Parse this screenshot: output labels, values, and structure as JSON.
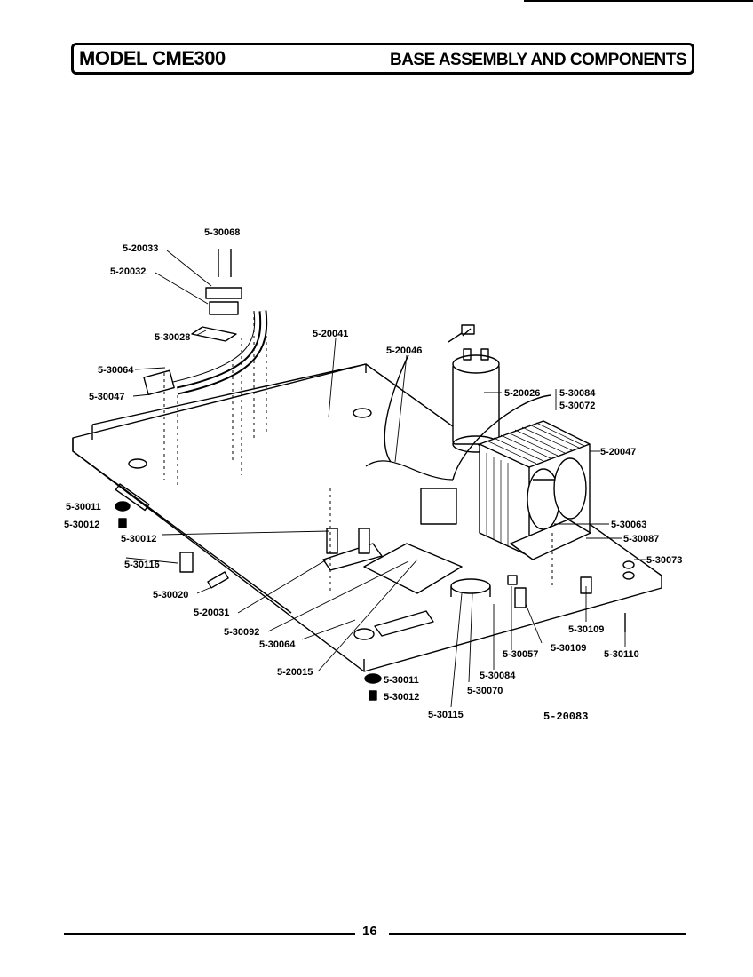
{
  "header": {
    "model": "MODEL CME300",
    "section": "BASE ASSEMBLY AND COMPONENTS"
  },
  "labels": [
    {
      "id": "l1",
      "text": "5-30068"
    },
    {
      "id": "l2",
      "text": "5-20033"
    },
    {
      "id": "l3",
      "text": "5-20032"
    },
    {
      "id": "l4",
      "text": "5-30028"
    },
    {
      "id": "l5",
      "text": "5-20041"
    },
    {
      "id": "l6",
      "text": "5-20046"
    },
    {
      "id": "l7",
      "text": "5-30064"
    },
    {
      "id": "l8",
      "text": "5-30047"
    },
    {
      "id": "l9",
      "text": "5-20026"
    },
    {
      "id": "l10",
      "text": "5-30084"
    },
    {
      "id": "l11",
      "text": "5-30072"
    },
    {
      "id": "l12",
      "text": "5-20047"
    },
    {
      "id": "l13",
      "text": "5-30011"
    },
    {
      "id": "l14",
      "text": "5-30012"
    },
    {
      "id": "l15",
      "text": "5-30012"
    },
    {
      "id": "l16",
      "text": "5-30116"
    },
    {
      "id": "l17",
      "text": "5-30020"
    },
    {
      "id": "l18",
      "text": "5-20031"
    },
    {
      "id": "l19",
      "text": "5-30092"
    },
    {
      "id": "l20",
      "text": "5-30064"
    },
    {
      "id": "l21",
      "text": "5-20015"
    },
    {
      "id": "l22",
      "text": "5-30063"
    },
    {
      "id": "l23",
      "text": "5-30087"
    },
    {
      "id": "l24",
      "text": "5-30073"
    },
    {
      "id": "l25",
      "text": "5-30109"
    },
    {
      "id": "l26",
      "text": "5-30109"
    },
    {
      "id": "l27",
      "text": "5-30110"
    },
    {
      "id": "l28",
      "text": "5-30057"
    },
    {
      "id": "l29",
      "text": "5-30084"
    },
    {
      "id": "l30",
      "text": "5-30070"
    },
    {
      "id": "l31",
      "text": "5-30011"
    },
    {
      "id": "l32",
      "text": "5-30012"
    },
    {
      "id": "l33",
      "text": "5-30115"
    }
  ],
  "drawing_number": "5-20083",
  "page_number": "16"
}
